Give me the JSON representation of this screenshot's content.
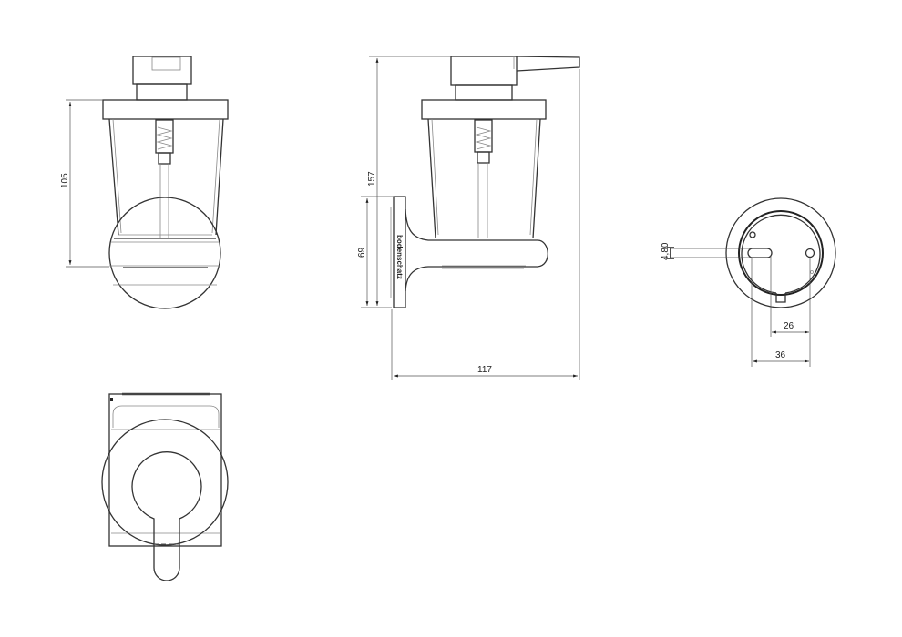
{
  "drawing": {
    "brand_mark": "bodenschatz",
    "front_view": {
      "dimension_height": "105"
    },
    "side_view": {
      "dimension_total_height": "157",
      "dimension_plate_height": "69",
      "dimension_depth": "117"
    },
    "back_view": {
      "dimension_slot_width": "4,80",
      "dimension_hole_spacing_inner": "26",
      "dimension_hole_spacing_outer": "36"
    },
    "colors": {
      "line": "#333333",
      "background": "#ffffff"
    }
  }
}
